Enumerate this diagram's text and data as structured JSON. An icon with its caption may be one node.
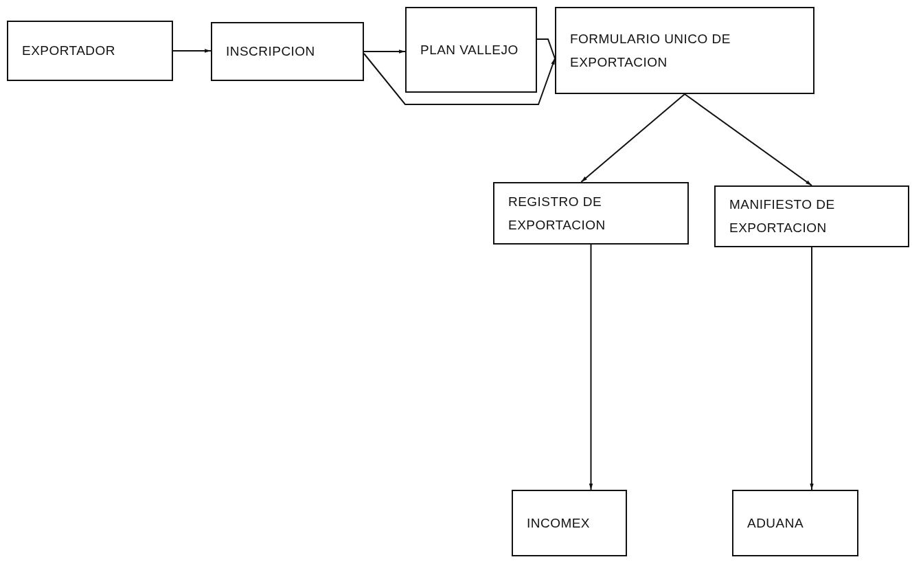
{
  "diagram": {
    "nodes": [
      {
        "text": [
          "EXPORTADOR"
        ]
      },
      {
        "text": [
          "INSCRIPCION"
        ]
      },
      {
        "text": [
          "PLAN VALLEJO"
        ]
      },
      {
        "text": [
          "FORMULARIO UNICO DE EXPORTACION"
        ]
      },
      {
        "text": [
          "REGISTRO DE EXPORTACION"
        ]
      },
      {
        "text": [
          "MANIFIESTO DE EXPORTACION"
        ]
      },
      {
        "text": [
          "INCOMEX"
        ]
      },
      {
        "text": [
          "ADUANA"
        ]
      }
    ],
    "edges": [
      {
        "from": 0,
        "to": 1,
        "arrow": "to"
      },
      {
        "from": 1,
        "to": 2,
        "arrow": "to"
      },
      {
        "from": 2,
        "to": 3,
        "arrow": "none"
      },
      {
        "from": 1,
        "to": 3,
        "arrow": "to"
      },
      {
        "from": 3,
        "to": 4,
        "arrow": "to"
      },
      {
        "from": 3,
        "to": 5,
        "arrow": "to"
      },
      {
        "from": 4,
        "to": 6,
        "arrow": "to"
      },
      {
        "from": 5,
        "to": 7,
        "arrow": "to"
      }
    ]
  }
}
